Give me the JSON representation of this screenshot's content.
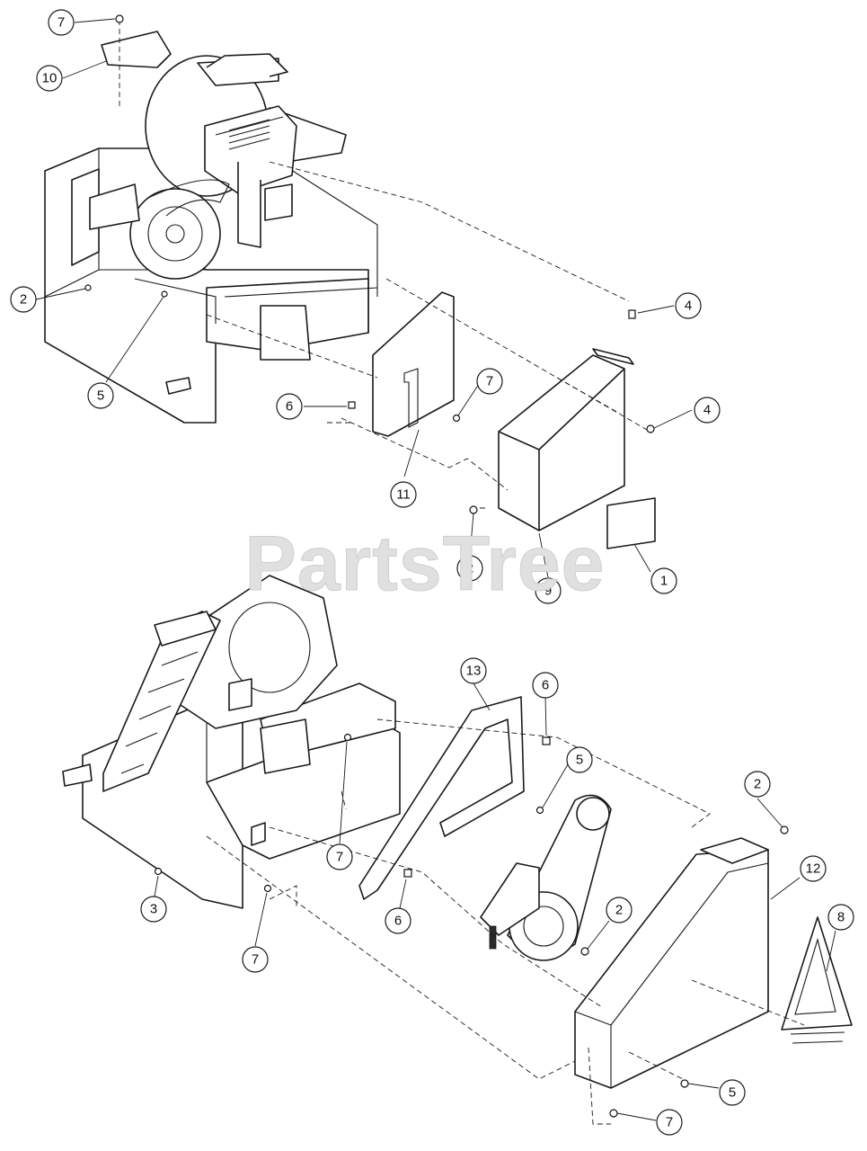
{
  "watermark": "PartsTree",
  "callouts": [
    {
      "id": "c7a",
      "label": "7"
    },
    {
      "id": "c10",
      "label": "10"
    },
    {
      "id": "c2a",
      "label": "2"
    },
    {
      "id": "c5a",
      "label": "5"
    },
    {
      "id": "c6a",
      "label": "6"
    },
    {
      "id": "c7b",
      "label": "7"
    },
    {
      "id": "c11",
      "label": "11"
    },
    {
      "id": "c4a",
      "label": "4"
    },
    {
      "id": "c4b",
      "label": "4"
    },
    {
      "id": "c2b",
      "label": "2"
    },
    {
      "id": "c9",
      "label": "9"
    },
    {
      "id": "c1",
      "label": "1"
    },
    {
      "id": "c13",
      "label": "13"
    },
    {
      "id": "c6b",
      "label": "6"
    },
    {
      "id": "c5b",
      "label": "5"
    },
    {
      "id": "c2c",
      "label": "2"
    },
    {
      "id": "c12",
      "label": "12"
    },
    {
      "id": "c8",
      "label": "8"
    },
    {
      "id": "c7c",
      "label": "7"
    },
    {
      "id": "c3",
      "label": "3"
    },
    {
      "id": "c7d",
      "label": "7"
    },
    {
      "id": "c6c",
      "label": "6"
    },
    {
      "id": "c2d",
      "label": "2"
    },
    {
      "id": "c5c",
      "label": "5"
    },
    {
      "id": "c7e",
      "label": "7"
    }
  ]
}
